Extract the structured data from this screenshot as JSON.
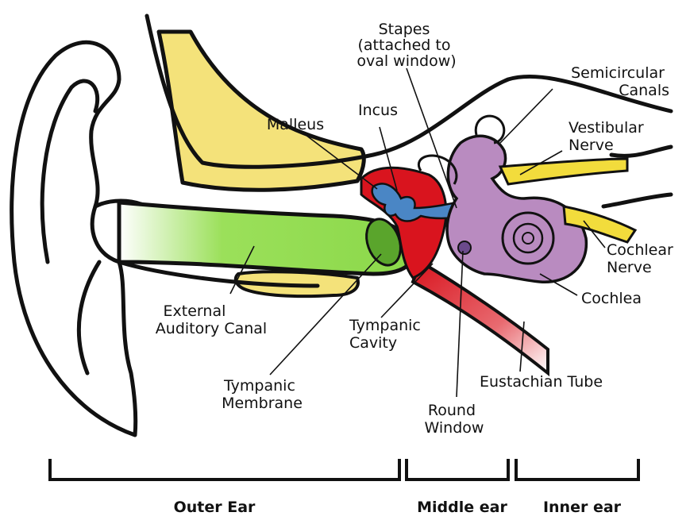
{
  "labels": {
    "stapes": [
      "Stapes",
      "(attached to",
      "oval window)"
    ],
    "incus": "Incus",
    "malleus": "Malleus",
    "semicircular_canals": [
      "Semicircular",
      "Canals"
    ],
    "vestibular_nerve": [
      "Vestibular",
      "Nerve"
    ],
    "cochlear_nerve": [
      "Cochlear",
      "Nerve"
    ],
    "cochlea": "Cochlea",
    "external_auditory_canal": [
      "External",
      "Auditory Canal"
    ],
    "tympanic_cavity": [
      "Tympanic",
      "Cavity"
    ],
    "eustachian_tube": "Eustachian Tube",
    "tympanic_membrane": [
      "Tympanic",
      "Membrane"
    ],
    "round_window": [
      "Round",
      "Window"
    ]
  },
  "sections": {
    "outer": "Outer Ear",
    "middle": "Middle ear",
    "inner": "Inner ear"
  },
  "colors": {
    "canal": "#9be05a",
    "bone": "#f4e27a",
    "middle": "#d9141e",
    "ossicles": "#4a86c5",
    "inner": "#b98bc0",
    "nerve": "#f2dc3c",
    "outline": "#111111"
  }
}
